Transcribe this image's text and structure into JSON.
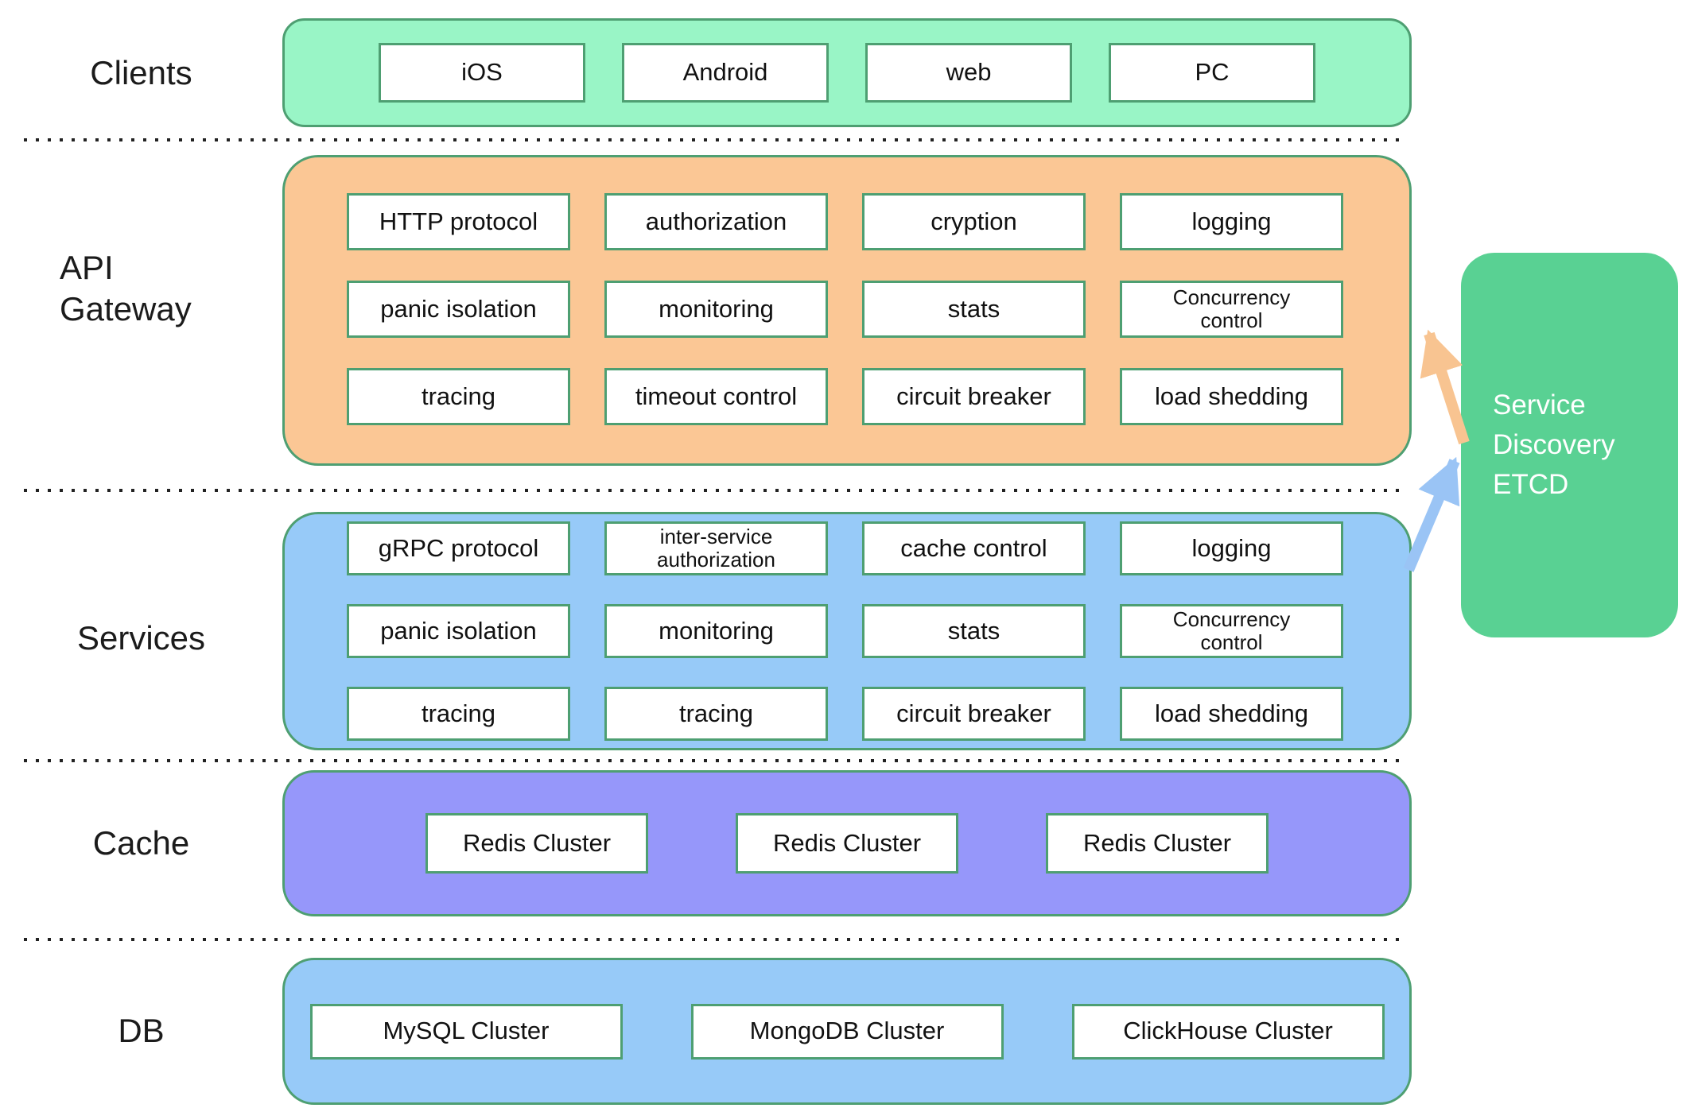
{
  "layers": {
    "clients": {
      "label": "Clients",
      "items": [
        "iOS",
        "Android",
        "web",
        "PC"
      ]
    },
    "api_gateway": {
      "label": "API Gateway",
      "rows": [
        [
          "HTTP protocol",
          "authorization",
          "cryption",
          "logging"
        ],
        [
          "panic isolation",
          "monitoring",
          "stats",
          "Concurrency control"
        ],
        [
          "tracing",
          "timeout control",
          "circuit breaker",
          "load shedding"
        ]
      ]
    },
    "services": {
      "label": "Services",
      "rows": [
        [
          "gRPC protocol",
          "inter-service authorization",
          "cache control",
          "logging"
        ],
        [
          "panic isolation",
          "monitoring",
          "stats",
          "Concurrency control"
        ],
        [
          "tracing",
          "tracing",
          "circuit breaker",
          "load shedding"
        ]
      ]
    },
    "cache": {
      "label": "Cache",
      "items": [
        "Redis Cluster",
        "Redis Cluster",
        "Redis Cluster"
      ]
    },
    "db": {
      "label": "DB",
      "items": [
        "MySQL Cluster",
        "MongoDB Cluster",
        "ClickHouse Cluster"
      ]
    }
  },
  "service_discovery": {
    "label": "Service Discovery ETCD"
  },
  "arrows": [
    {
      "name": "etcd-to-api-gateway",
      "color": "#F8C491"
    },
    {
      "name": "services-to-etcd",
      "color": "#9AC4F5"
    }
  ],
  "colors": {
    "clients_fill": "#99F5C6",
    "api_gateway_fill": "#FBC795",
    "services_fill": "#97CAF8",
    "cache_fill": "#9697FA",
    "db_fill": "#97CAF8",
    "etcd_fill": "#59D193",
    "box_border": "#4E9F72",
    "arrow_orange": "#F8C491",
    "arrow_blue": "#9AC4F5"
  }
}
